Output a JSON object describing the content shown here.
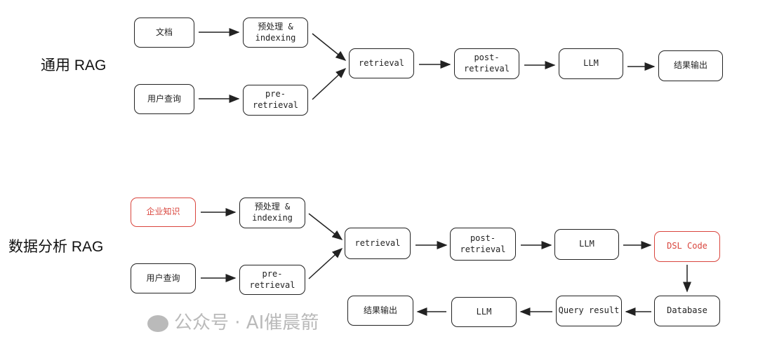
{
  "general": {
    "title": "通用 RAG",
    "doc": "文档",
    "preprocess": "预处理 & indexing",
    "query": "用户查询",
    "pre_retrieval": "pre-retrieval",
    "retrieval": "retrieval",
    "post_retrieval": "post-retrieval",
    "llm": "LLM",
    "output": "结果输出"
  },
  "analytics": {
    "title": "数据分析 RAG",
    "knowledge": "企业知识",
    "preprocess": "预处理 & indexing",
    "query": "用户查询",
    "pre_retrieval": "pre-retrieval",
    "retrieval": "retrieval",
    "post_retrieval": "post-retrieval",
    "llm": "LLM",
    "dsl": "DSL Code",
    "database": "Database",
    "query_result": "Query result",
    "llm2": "LLM",
    "output": "结果输出"
  },
  "colors": {
    "highlight": "#d9453d",
    "stroke": "#222222"
  },
  "watermark": "公众号 · AI催晨箭"
}
